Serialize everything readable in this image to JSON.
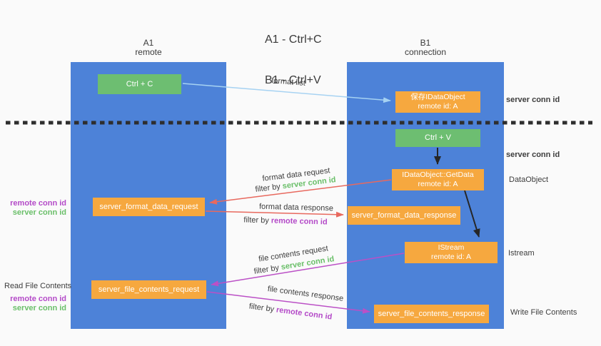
{
  "title": {
    "line1": "A1 - Ctrl+C",
    "line2": "B1 - Ctrl+V"
  },
  "columns": {
    "a": {
      "name": "A1",
      "subtitle": "remote"
    },
    "b": {
      "name": "B1",
      "subtitle": "connection"
    }
  },
  "nodes": {
    "ctrl_c": {
      "label": "Ctrl + C"
    },
    "ctrl_v": {
      "label": "Ctrl + V"
    },
    "save_idataobject": {
      "line1": "保存IDataObject",
      "line2": "remote id: A"
    },
    "getdata": {
      "line1": "IDataObject::GetData",
      "line2": "remote id: A"
    },
    "istream": {
      "line1": "IStream",
      "line2": "remote id: A"
    },
    "format_request": {
      "label": "server_format_data_request"
    },
    "format_response": {
      "label": "server_format_data_response"
    },
    "file_request": {
      "label": "server_file_contents_request"
    },
    "file_response": {
      "label": "server_file_contents_response"
    }
  },
  "edge_labels": {
    "format_list": "format list",
    "format_data_request": "format data request",
    "format_data_response": "format data response",
    "file_contents_request": "file contents request",
    "file_contents_response": "file contents response",
    "filter_by": "filter by",
    "server_conn_id": "server conn id",
    "remote_conn_id": "remote conn id"
  },
  "side_labels": {
    "server_conn_id_right_top": "server conn id",
    "server_conn_id_right_mid": "server conn id",
    "dataobject": "DataObject",
    "istream": "Istream",
    "write_file_contents": "Write File Contents",
    "read_file_contents": "Read File Contents",
    "remote_conn_id_mid_left": "remote conn id",
    "server_conn_id_mid_left": "server conn id",
    "remote_conn_id_bottom_left": "remote conn id",
    "server_conn_id_bottom_left": "server conn id"
  },
  "colors": {
    "column_blue": "#4d82d8",
    "node_green": "#6dbe71",
    "node_orange": "#f6a83f",
    "arrow_light_blue": "#a6d2f2",
    "arrow_red": "#e8695e",
    "arrow_purple": "#bb50c6",
    "arrow_black": "#262626",
    "dotted_line": "#2e2e2e",
    "text_green": "#6abf69",
    "text_purple": "#b44ac8",
    "text_dark": "#3d3d3d",
    "background": "#fafafa"
  }
}
